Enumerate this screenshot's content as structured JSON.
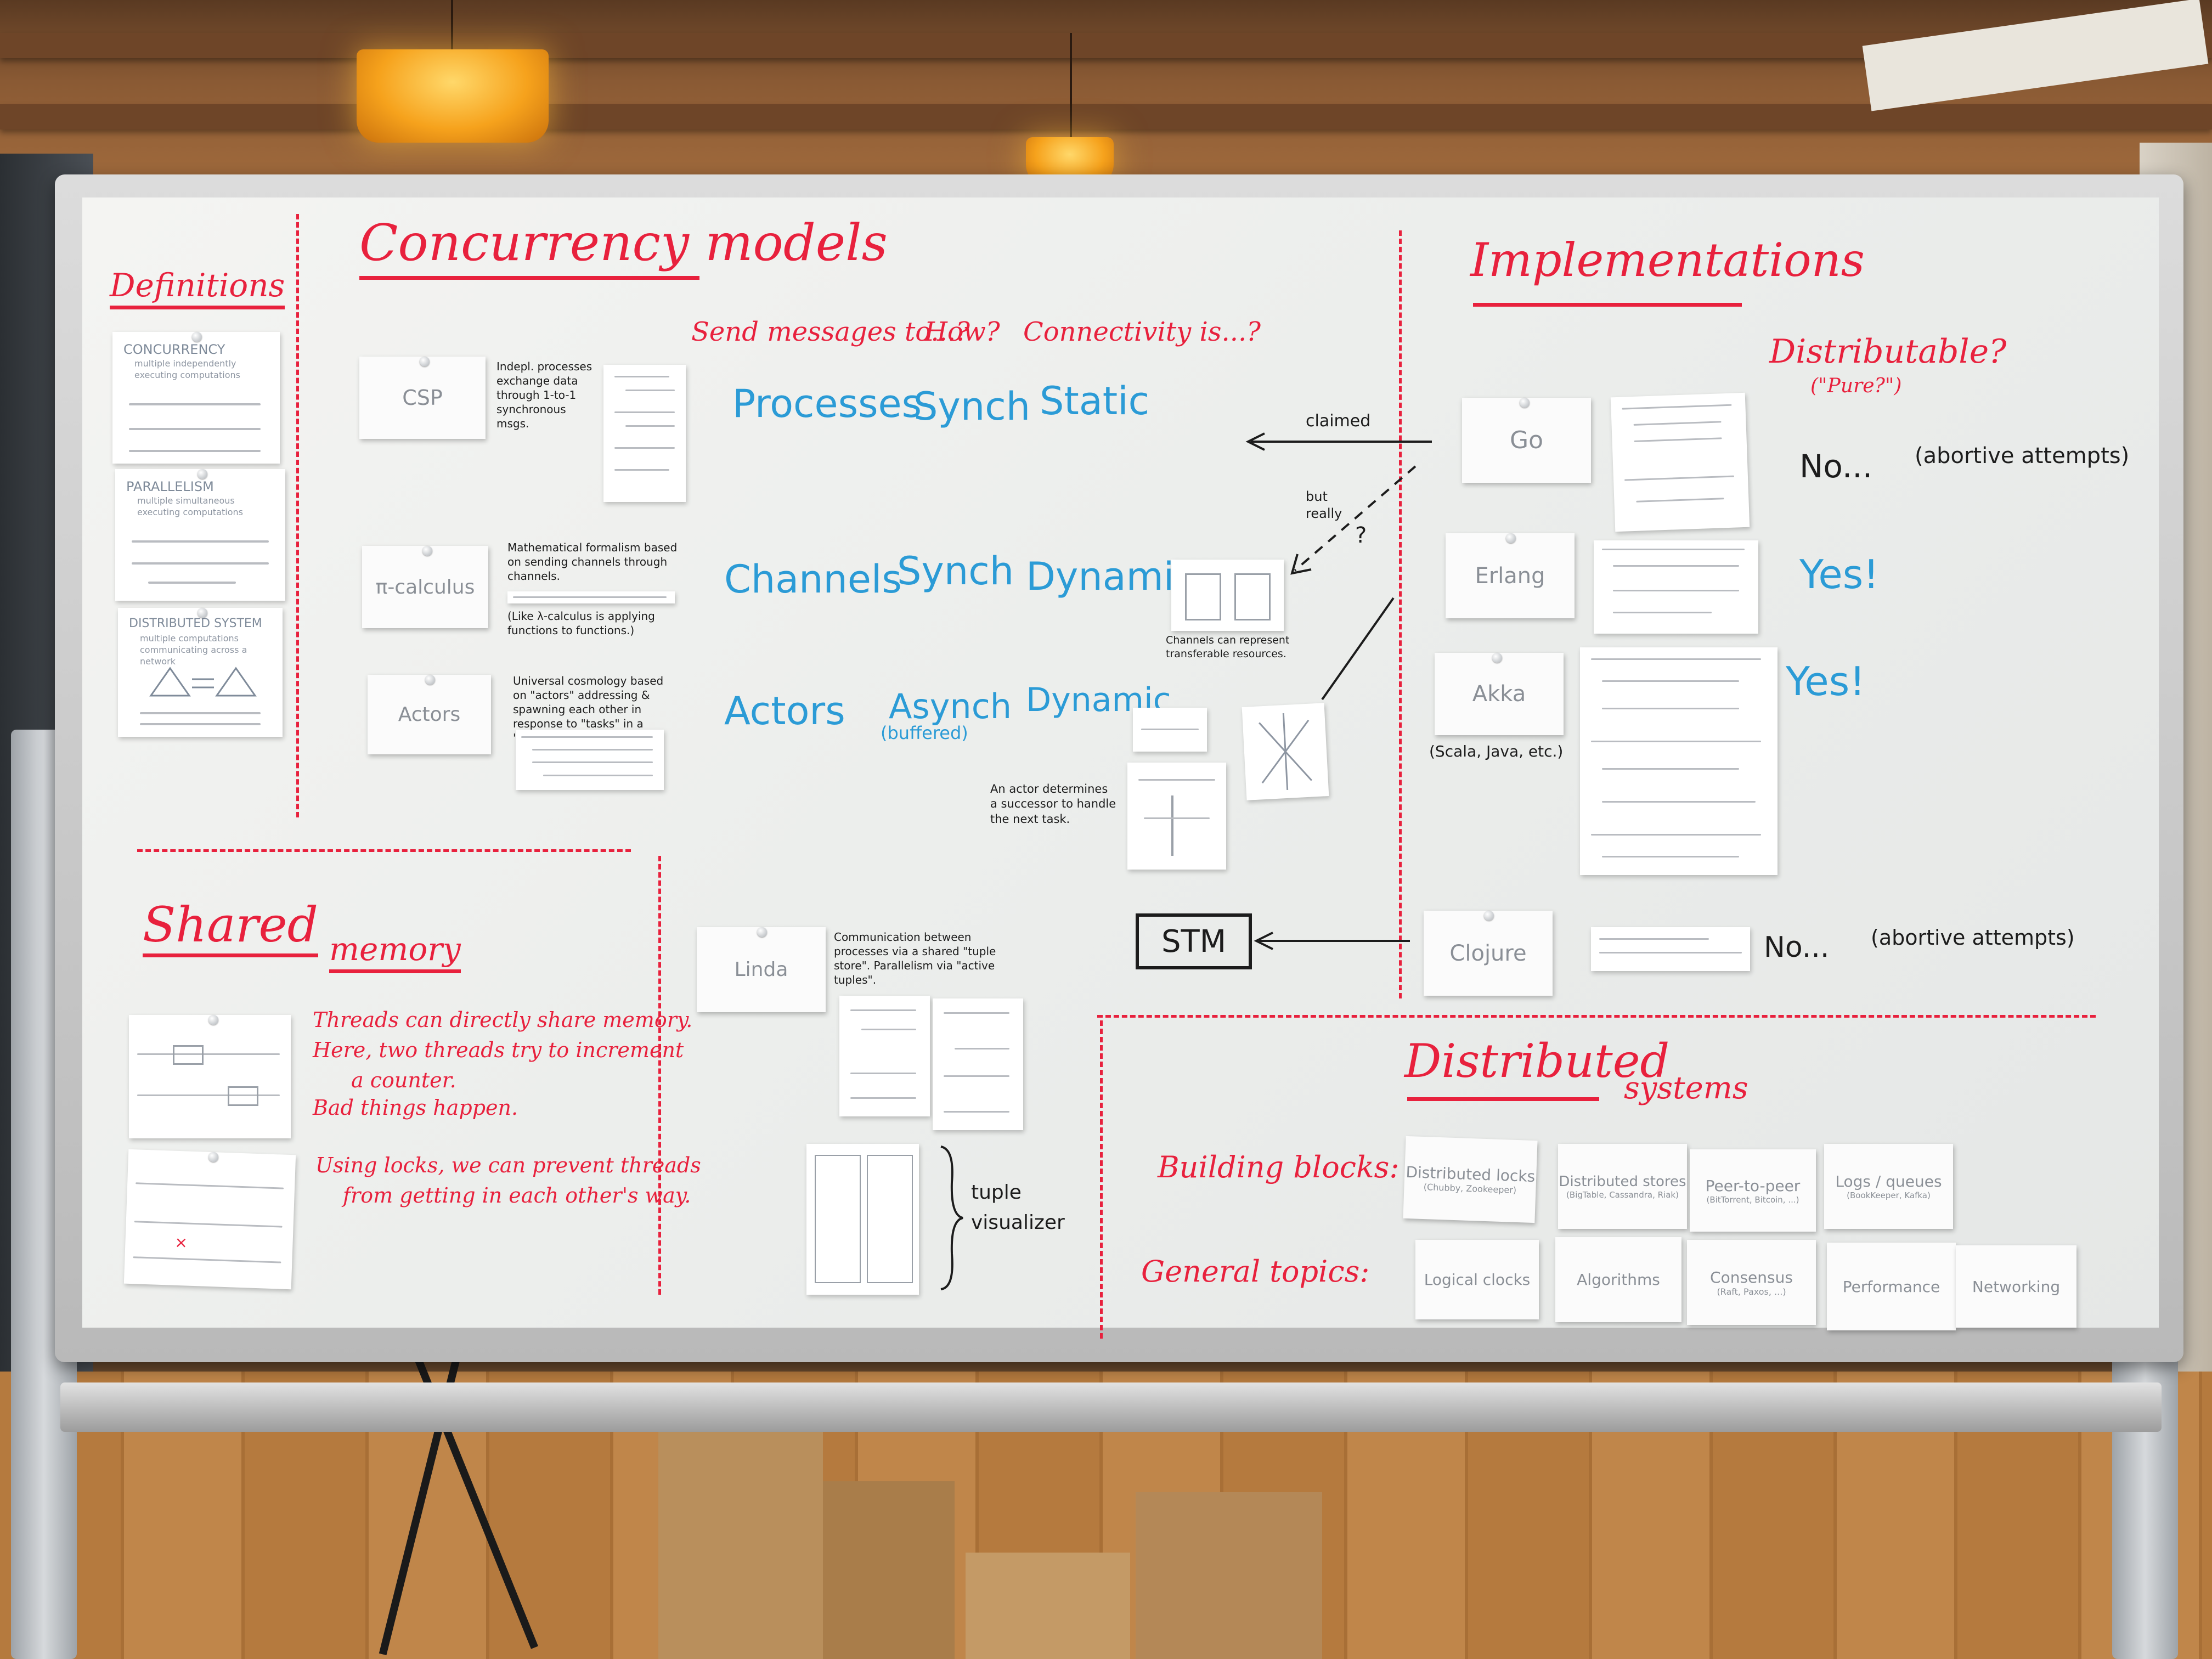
{
  "sections": {
    "definitions": "Definitions",
    "concurrency_models": "Concurrency models",
    "implementations": "Implementations",
    "shared_memory_1": "Shared",
    "shared_memory_2": "memory",
    "distributed_1": "Distributed",
    "distributed_2": "systems"
  },
  "definition_cards": [
    {
      "title": "CONCURRENCY",
      "note": "multiple independently executing computations"
    },
    {
      "title": "PARALLELISM",
      "note": "multiple simultaneous executing computations"
    },
    {
      "title": "DISTRIBUTED SYSTEM",
      "note": "multiple computations communicating across a network"
    }
  ],
  "column_headers": {
    "send": "Send messages to...?",
    "how": "How?",
    "connectivity": "Connectivity is...?"
  },
  "models": [
    {
      "card": "CSP",
      "target": "Processes",
      "how": "Synch",
      "conn": "Static",
      "note": "Indepl. processes exchange data through 1-to-1 synchronous msgs."
    },
    {
      "card": "π-calculus",
      "target": "Channels",
      "how": "Synch",
      "conn": "Dynamic",
      "note": "Mathematical formalism based on sending channels through channels.",
      "note2": "(Like λ-calculus is applying functions to functions.)"
    },
    {
      "card": "Actors",
      "target": "Actors",
      "how": "Asynch",
      "how_sub": "(buffered)",
      "conn": "Dynamic",
      "note": "Universal cosmology based on \"actors\" addressing & spawning each other in response to \"tasks\" in a \"mailbox\""
    }
  ],
  "annotations": {
    "claimed": "claimed",
    "but_really": "but really",
    "question": "?",
    "channels_note": "Channels can represent transferable resources.",
    "actor_note": "An actor determines a successor to handle the next task.",
    "stm": "STM",
    "linda": "Linda",
    "linda_note": "Communication between processes via a shared \"tuple store\". Parallelism via \"active tuples\".",
    "tuple_visualizer_1": "tuple",
    "tuple_visualizer_2": "visualizer"
  },
  "distributable": {
    "header": "Distributable?",
    "sub": "(\"Pure?\")"
  },
  "implementations": [
    {
      "card": "Go",
      "answer": "No...",
      "extra": "(abortive attempts)"
    },
    {
      "card": "Erlang",
      "answer": "Yes!"
    },
    {
      "card": "Akka",
      "answer": "Yes!",
      "sub": "(Scala, Java, etc.)"
    },
    {
      "card": "Clojure",
      "answer": "No...",
      "extra": "(abortive attempts)"
    }
  ],
  "shared_memory_text": [
    "Threads can directly share memory.",
    "Here, two threads try to increment",
    "a counter.",
    "Bad things happen.",
    "Using locks, we can prevent threads",
    "from getting in each other's way."
  ],
  "distributed": {
    "building_blocks": "Building blocks:",
    "general_topics": "General topics:",
    "block_cards": [
      {
        "title": "Distributed locks",
        "sub": "(Chubby, Zookeeper)"
      },
      {
        "title": "Distributed stores",
        "sub": "(BigTable, Cassandra, Riak)"
      },
      {
        "title": "Peer-to-peer",
        "sub": "(BitTorrent, Bitcoin, ...)"
      },
      {
        "title": "Logs / queues",
        "sub": "(BookKeeper, Kafka)"
      }
    ],
    "topic_cards": [
      {
        "title": "Logical clocks"
      },
      {
        "title": "Algorithms"
      },
      {
        "title": "Consensus",
        "sub": "(Raft, Paxos, ...)"
      },
      {
        "title": "Performance"
      },
      {
        "title": "Networking"
      }
    ]
  },
  "colors": {
    "red_marker": "#e8213d",
    "blue_marker": "#2b9bd6",
    "black_marker": "#1c1c1c",
    "lamp": "#f6a21c"
  }
}
